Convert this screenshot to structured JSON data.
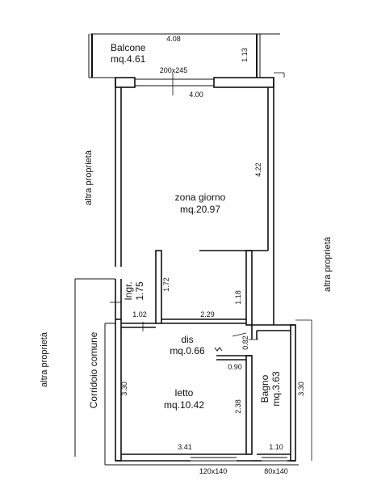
{
  "rooms": {
    "balcone": {
      "name": "Balcone",
      "area": "mq.4.61"
    },
    "zona_giorno": {
      "name": "zona giorno",
      "area": "mq.20.97"
    },
    "ingresso": {
      "name": "Ingr.",
      "area": "1.75"
    },
    "disimpegno": {
      "name": "dis",
      "area": "mq.0.66"
    },
    "letto": {
      "name": "letto",
      "area": "mq.10.42"
    },
    "bagno": {
      "name": "Bagno",
      "area": "mq.3.63"
    }
  },
  "dimensions": {
    "balcone_width": "4.08",
    "balcone_depth": "1.13",
    "zona_width": "4.00",
    "zona_depth": "4.22",
    "ingresso_depth": "1.72",
    "ingresso_width": "1.02",
    "corridor_width": "2.29",
    "right_wall_depth": "1.18",
    "dis_small": "0.82",
    "dis_width": "0.90",
    "letto_depth_left": "3.30",
    "letto_depth_right": "2.38",
    "letto_width": "3.41",
    "bagno_depth": "3.30",
    "bagno_width": "1.10"
  },
  "openings": {
    "balcony_door": "200x245",
    "window_letto": "120x140",
    "window_bagno": "80x140"
  },
  "labels": {
    "altra_left": "altra proprietà",
    "altra_right": "altra proprietà",
    "altra_far_left": "altra proprietà",
    "corridoio": "Corridoio comune"
  }
}
